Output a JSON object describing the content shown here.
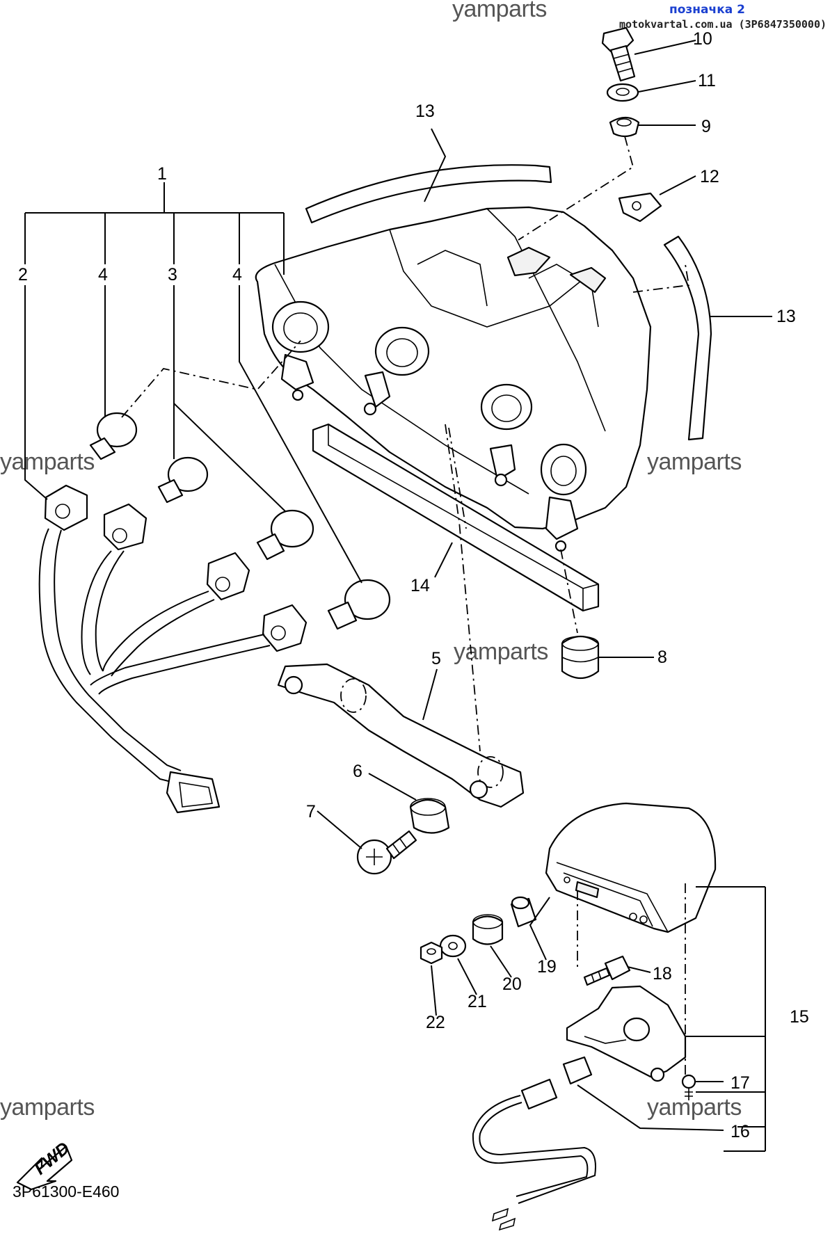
{
  "header": {
    "tag_label": "позначка 2",
    "source": "motokvartal.com.ua (3P6847350000)"
  },
  "watermark": "yamparts",
  "diagram_code": "3P61300-E460",
  "fwd_label": "FWD",
  "callouts": [
    "1",
    "2",
    "3",
    "4",
    "4",
    "5",
    "6",
    "7",
    "8",
    "9",
    "10",
    "11",
    "12",
    "13",
    "13",
    "14",
    "15",
    "16",
    "17",
    "18",
    "19",
    "20",
    "21",
    "22"
  ]
}
